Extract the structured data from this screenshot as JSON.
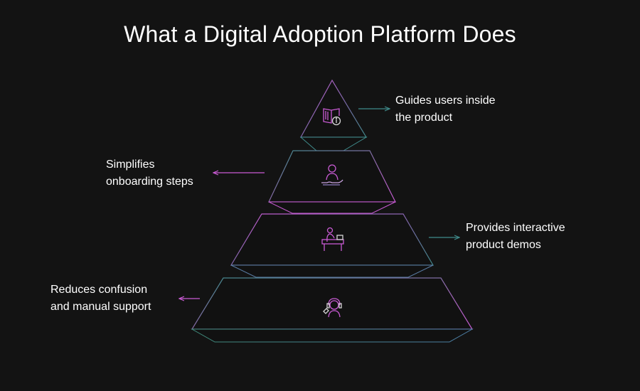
{
  "title": "What a Digital Adoption Platform Does",
  "colors": {
    "background": "#131313",
    "text": "#ffffff",
    "accent_pink": "#c95bd4",
    "accent_teal": "#3f8a8a",
    "accent_slate": "#5b7ea6"
  },
  "tiers": [
    {
      "icon": "book-info-icon",
      "label_lines": [
        "Guides users inside",
        "the product"
      ],
      "side": "right"
    },
    {
      "icon": "hand-holding-person-icon",
      "label_lines": [
        "Simplifies",
        "onboarding steps"
      ],
      "side": "left"
    },
    {
      "icon": "person-at-desk-icon",
      "label_lines": [
        "Provides interactive",
        "product demos"
      ],
      "side": "right"
    },
    {
      "icon": "support-agent-headset-icon",
      "label_lines": [
        "Reduces confusion",
        "and manual support"
      ],
      "side": "left"
    }
  ]
}
